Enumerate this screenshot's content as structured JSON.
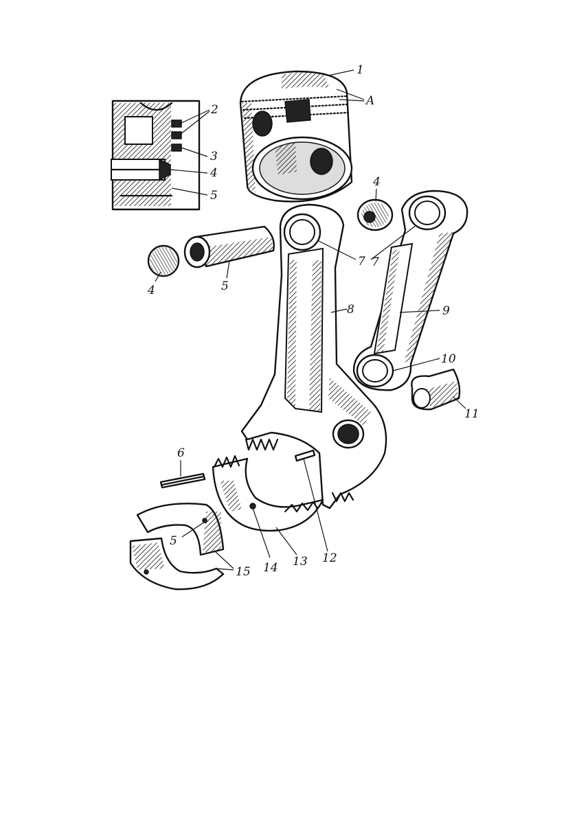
{
  "labels": {
    "l1": "1",
    "lA": "A",
    "l2": "2",
    "l3": "3",
    "l4a": "4",
    "l5a": "5",
    "l4b": "4",
    "l4c": "4",
    "l5b": "5",
    "l7a": "7",
    "l7b": "7",
    "l8": "8",
    "l9": "9",
    "l10": "10",
    "l11": "11",
    "l6": "6",
    "l12": "12",
    "l13": "13",
    "l14": "14",
    "l5c": "5",
    "l15": "15"
  },
  "colors": {
    "ink": "#111111",
    "paper": "#ffffff"
  }
}
